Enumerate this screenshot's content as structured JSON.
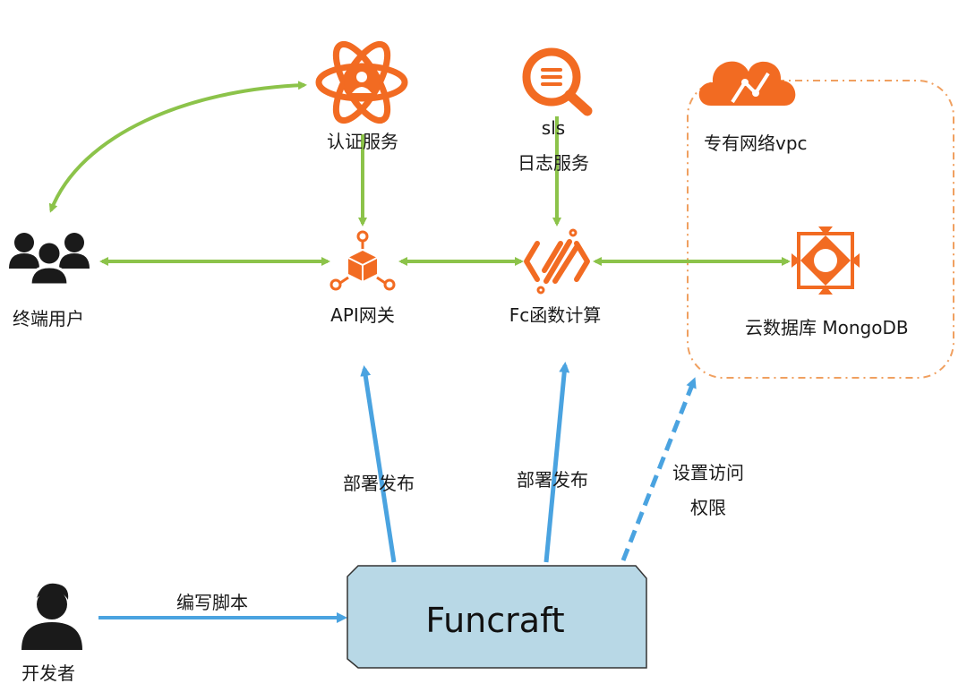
{
  "nodes": {
    "auth": {
      "label": "认证服务"
    },
    "sls": {
      "label_line1": "sls",
      "label_line2": "日志服务"
    },
    "vpc": {
      "label": "专有网络vpc"
    },
    "users": {
      "label": "终端用户"
    },
    "api": {
      "label": "API网关"
    },
    "fc": {
      "label": "Fc函数计算"
    },
    "mongo": {
      "label": "云数据库 MongoDB"
    },
    "developer": {
      "label": "开发者"
    },
    "funcraft": {
      "label": "Funcraft"
    }
  },
  "edges": {
    "deploy_api": {
      "label": "部署发布"
    },
    "deploy_fc": {
      "label": "部署发布"
    },
    "permission": {
      "label_line1": "设置访问",
      "label_line2": "权限"
    },
    "script": {
      "label": "编写脚本"
    }
  },
  "colors": {
    "green_arrow": "#8cc34a",
    "blue_arrow": "#4aa3e0",
    "orange_icon": "#f26b22",
    "funcraft_fill": "#b8d8e6",
    "vpc_border": "#f0a060",
    "black_icon": "#1a1a1a"
  },
  "icons": {
    "auth": "atom-user-icon",
    "sls": "search-list-icon",
    "vpc": "cloud-icon",
    "users": "user-group-icon",
    "api": "cube-network-icon",
    "fc": "function-compute-icon",
    "mongo": "database-diamond-icon",
    "developer": "developer-person-icon"
  }
}
